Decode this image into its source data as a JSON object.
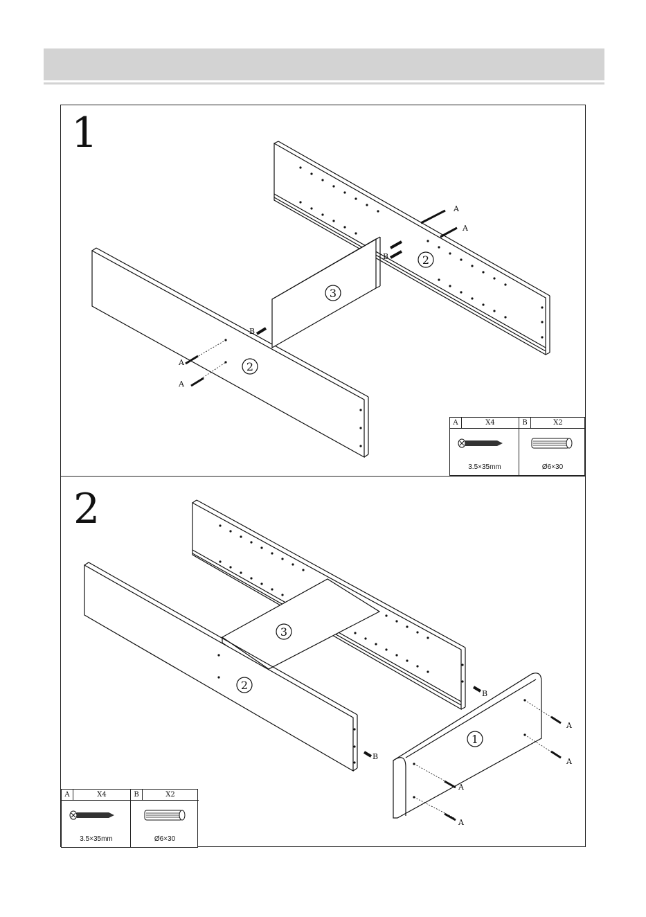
{
  "steps": [
    {
      "number": "1",
      "labels": {
        "panel_2a": "2",
        "panel_2b": "2",
        "panel_3": "3",
        "screw": "A",
        "dowel": "B"
      },
      "parts": [
        {
          "letter": "A",
          "qty": "X4",
          "size": "3.5×35mm",
          "icon": "screw-icon"
        },
        {
          "letter": "B",
          "qty": "X2",
          "size": "Ø6×30",
          "icon": "dowel-icon"
        }
      ]
    },
    {
      "number": "2",
      "labels": {
        "panel_1": "1",
        "panel_2a": "2",
        "panel_2b": "2",
        "panel_3": "3",
        "screw": "A",
        "dowel": "B"
      },
      "parts": [
        {
          "letter": "A",
          "qty": "X4",
          "size": "3.5×35mm",
          "icon": "screw-icon"
        },
        {
          "letter": "B",
          "qty": "X2",
          "size": "Ø6×30",
          "icon": "dowel-icon"
        }
      ]
    }
  ]
}
